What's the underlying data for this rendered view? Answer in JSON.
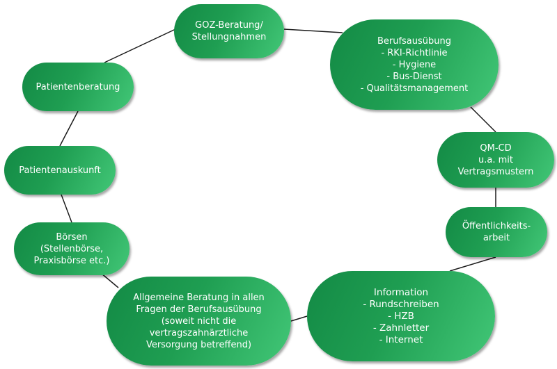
{
  "diagram": {
    "nodes": [
      {
        "id": "goz",
        "text": "GOZ-Beratung/\nStellungnahmen"
      },
      {
        "id": "berufs",
        "text": "Berufsausübung\n- RKI-Richtlinie\n- Hygiene\n- Bus-Dienst\n- Qualitätsmanagement"
      },
      {
        "id": "qmcd",
        "text": "QM-CD\nu.a. mit\nVertragsmustern"
      },
      {
        "id": "oeff",
        "text": "Öffentlichkeits-\narbeit"
      },
      {
        "id": "info",
        "text": "Information\n- Rundschreiben\n- HZB\n- Zahnletter\n- Internet"
      },
      {
        "id": "allg",
        "text": "Allgemeine Beratung in allen\nFragen der Berufsausübung\n(soweit nicht die\nvertragszahnärztliche\nVersorgung betreffend)"
      },
      {
        "id": "boersen",
        "text": "Börsen\n(Stellenbörse,\nPraxisbörse etc.)"
      },
      {
        "id": "auskunft",
        "text": "Patientenauskunft"
      },
      {
        "id": "beratung",
        "text": "Patientenberatung"
      }
    ],
    "edges": [
      [
        "goz",
        "berufs"
      ],
      [
        "berufs",
        "qmcd"
      ],
      [
        "qmcd",
        "oeff"
      ],
      [
        "oeff",
        "info"
      ],
      [
        "info",
        "allg"
      ],
      [
        "allg",
        "boersen"
      ],
      [
        "boersen",
        "auskunft"
      ],
      [
        "auskunft",
        "beratung"
      ],
      [
        "beratung",
        "goz"
      ]
    ]
  }
}
